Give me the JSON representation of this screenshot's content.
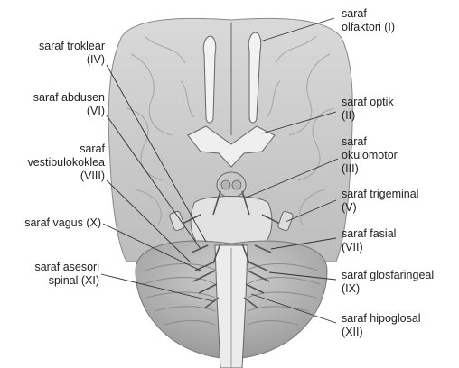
{
  "left_labels": [
    {
      "id": "troklear",
      "text": "saraf troklear\n(IV)"
    },
    {
      "id": "abdusen",
      "text": "saraf abdusen\n(VI)"
    },
    {
      "id": "vestibulokoklea",
      "text": "saraf\nvestibulokoklea\n(VIII)"
    },
    {
      "id": "vagus",
      "text": "saraf vagus (X)"
    },
    {
      "id": "asesori",
      "text": "saraf asesori\nspinal (XI)"
    }
  ],
  "right_labels": [
    {
      "id": "olfaktori",
      "text": "saraf\nolfaktori (I)"
    },
    {
      "id": "optik",
      "text": "saraf optik\n(II)"
    },
    {
      "id": "okulomotor",
      "text": "saraf\nokulomotor\n(III)"
    },
    {
      "id": "trigeminal",
      "text": "saraf trigeminal\n(V)"
    },
    {
      "id": "fasial",
      "text": "saraf fasial\n(VII)"
    },
    {
      "id": "glosfaringeal",
      "text": "saraf glosfaringeal\n(IX)"
    },
    {
      "id": "hipoglosal",
      "text": "saraf hipoglosal\n(XII)"
    }
  ]
}
